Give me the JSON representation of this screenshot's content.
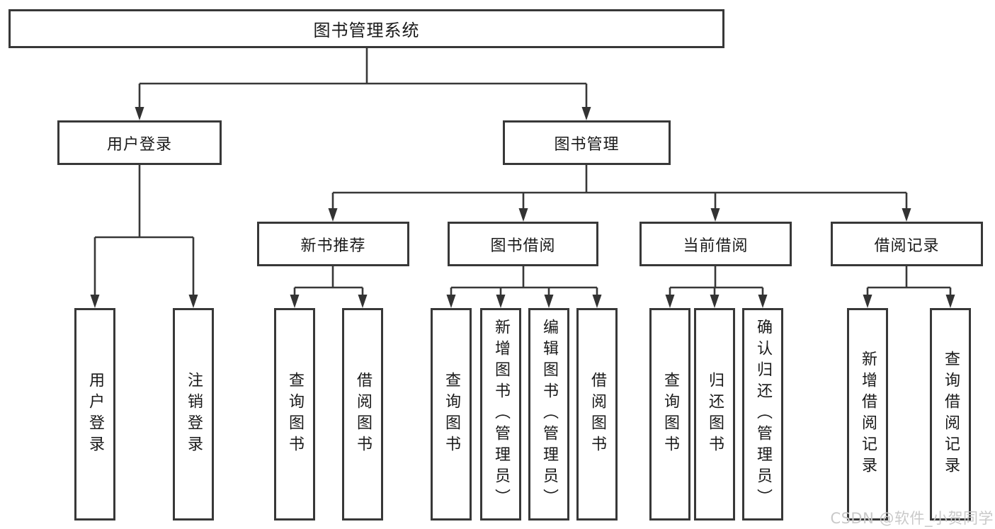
{
  "diagram": {
    "title_node": {
      "label": "图书管理系统"
    },
    "level2": [
      {
        "label": "用户登录",
        "parent": "图书管理系统"
      },
      {
        "label": "图书管理",
        "parent": "图书管理系统"
      }
    ],
    "level3": [
      {
        "label": "新书推荐",
        "parent": "图书管理"
      },
      {
        "label": "图书借阅",
        "parent": "图书管理"
      },
      {
        "label": "当前借阅",
        "parent": "图书管理"
      },
      {
        "label": "借阅记录",
        "parent": "图书管理"
      }
    ],
    "leaves": [
      {
        "label": "用户登录",
        "parent": "用户登录"
      },
      {
        "label": "注销登录",
        "parent": "用户登录"
      },
      {
        "label": "查询图书",
        "parent": "新书推荐"
      },
      {
        "label": "借阅图书",
        "parent": "新书推荐"
      },
      {
        "label": "查询图书",
        "parent": "图书借阅"
      },
      {
        "label": "新增图书（管理员）",
        "parent": "图书借阅"
      },
      {
        "label": "编辑图书（管理员）",
        "parent": "图书借阅"
      },
      {
        "label": "借阅图书",
        "parent": "图书借阅"
      },
      {
        "label": "查询图书",
        "parent": "当前借阅"
      },
      {
        "label": "归还图书",
        "parent": "当前借阅"
      },
      {
        "label": "确认归还（管理员）",
        "parent": "当前借阅"
      },
      {
        "label": "新增借阅记录",
        "parent": "借阅记录"
      },
      {
        "label": "查询借阅记录",
        "parent": "借阅记录"
      }
    ],
    "watermark": "CSDN @软件_小贺同学",
    "colors": {
      "line": "#383838",
      "box_border": "#383838",
      "box_fill": "#ffffff",
      "text": "#1a1a1a",
      "watermark": "#c9c9c9",
      "background": "#ffffff"
    }
  }
}
